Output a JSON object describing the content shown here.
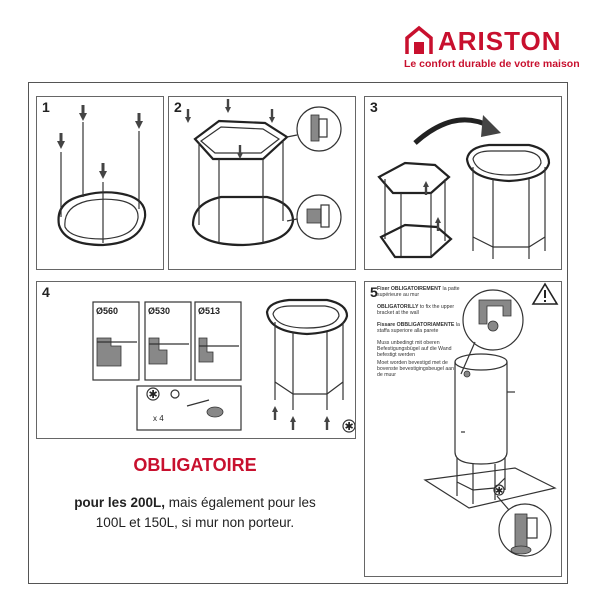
{
  "brand": {
    "name": "ARISTON",
    "tagline": "Le confort durable de votre maison",
    "color": "#c8102e"
  },
  "steps": [
    {
      "number": "1"
    },
    {
      "number": "2"
    },
    {
      "number": "3"
    },
    {
      "number": "4",
      "diameters": [
        "Ø560",
        "Ø530",
        "Ø513"
      ],
      "screw_count": "x 4"
    },
    {
      "number": "5",
      "instructions": [
        {
          "lang": "fr",
          "bold": "Fixer OBLIGATOIREMENT",
          "text": " la patte supérieure au mur"
        },
        {
          "lang": "en",
          "bold": "OBLIGATORILLY",
          "text": " to fix the upper bracket at the wall"
        },
        {
          "lang": "it",
          "bold": "Fissare OBBLIGATORIAMENTE",
          "text": " la staffa superiore alla parete"
        },
        {
          "lang": "de",
          "bold": "",
          "text": "Muss unbedingt mit oberen Befestigungsbügel auf die Wand befestigt werden"
        },
        {
          "lang": "nl",
          "bold": "",
          "text": "Moet worden bevestigd met de bovenste   bevestigingsbeugel aan de muur"
        }
      ]
    }
  ],
  "message": {
    "headline": "OBLIGATOIRE",
    "line1_bold": "pour les 200L,",
    "line1_rest": " mais également pour les",
    "line2": "100L et 150L, si mur non porteur."
  },
  "icons": [
    "house-logo-icon",
    "warning-icon",
    "asterisk-icon",
    "curved-arrow-icon"
  ]
}
